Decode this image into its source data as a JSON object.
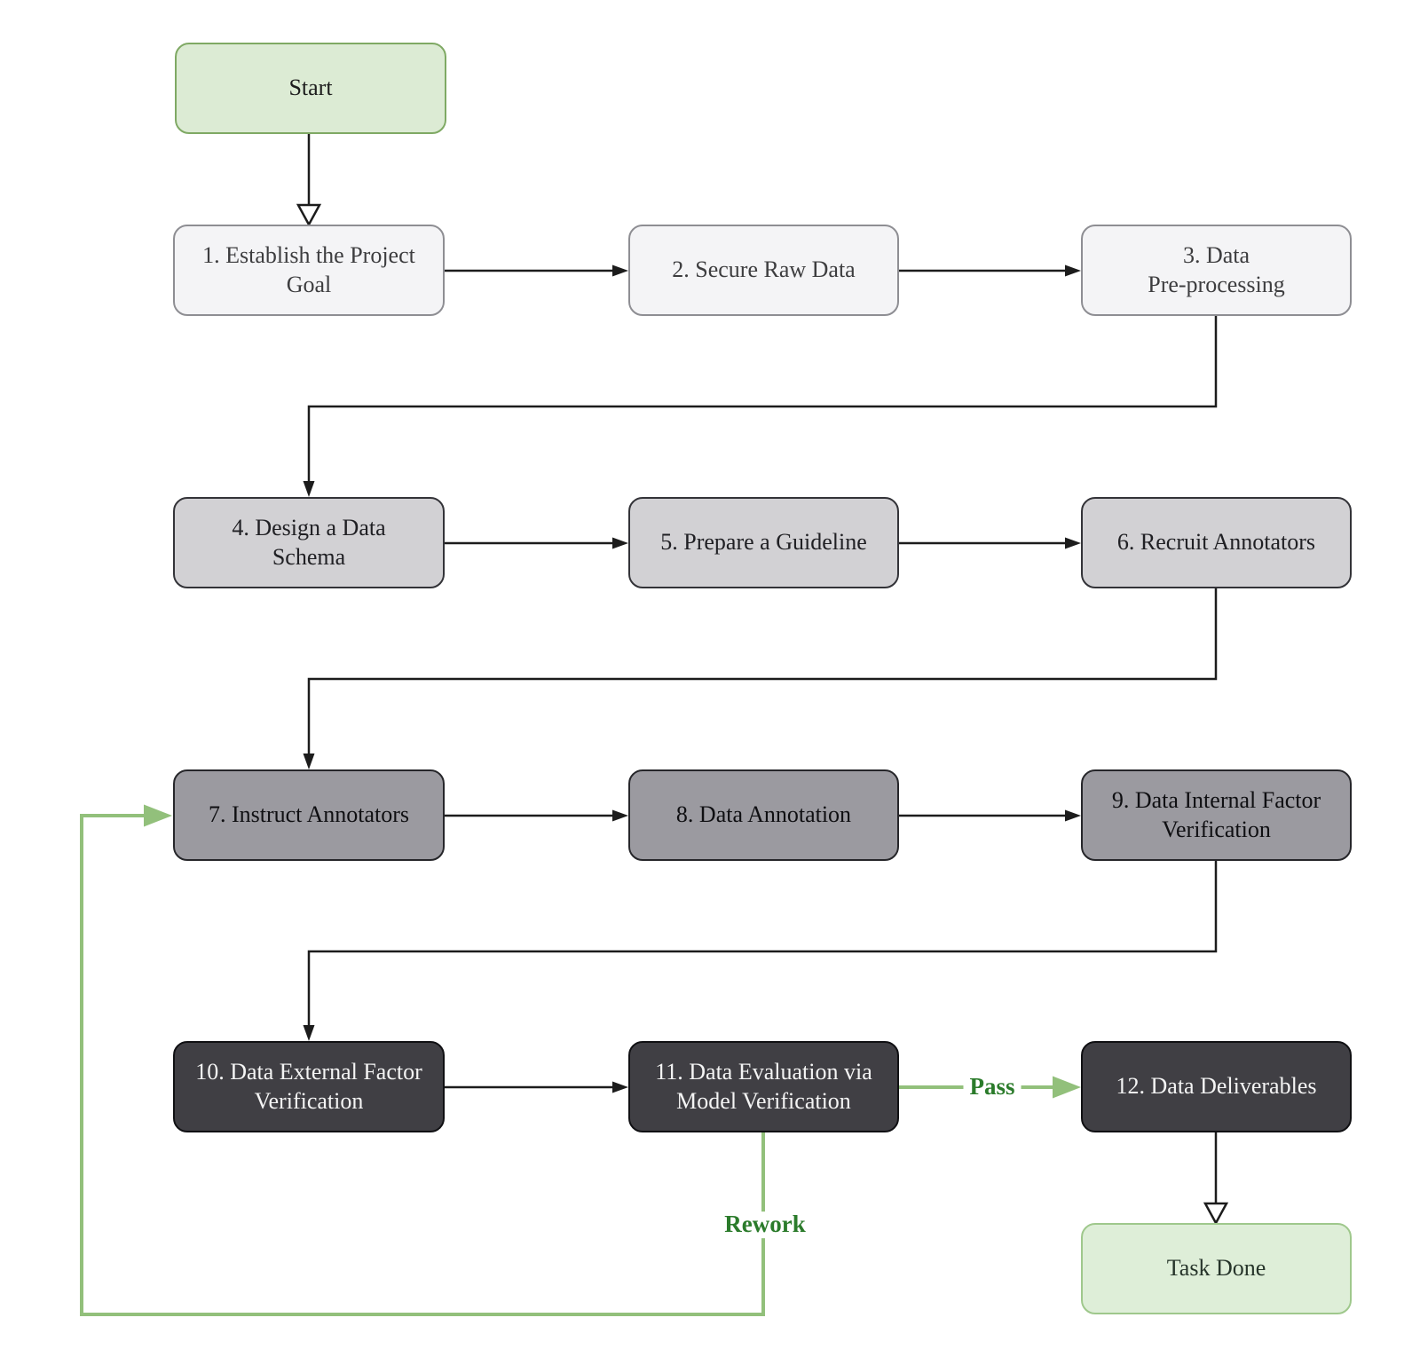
{
  "diagram": {
    "type": "flowchart",
    "background": "#ffffff",
    "nodes": [
      {
        "id": "start",
        "label": "Start"
      },
      {
        "id": "step-1",
        "label": "1. Establish the Project\nGoal"
      },
      {
        "id": "step-2",
        "label": "2. Secure Raw Data"
      },
      {
        "id": "step-3",
        "label": "3. Data\nPre-processing"
      },
      {
        "id": "step-4",
        "label": "4. Design a Data\nSchema"
      },
      {
        "id": "step-5",
        "label": "5. Prepare a Guideline"
      },
      {
        "id": "step-6",
        "label": "6. Recruit Annotators"
      },
      {
        "id": "step-7",
        "label": "7. Instruct Annotators"
      },
      {
        "id": "step-8",
        "label": "8. Data Annotation"
      },
      {
        "id": "step-9",
        "label": "9. Data Internal Factor\nVerification"
      },
      {
        "id": "step-10",
        "label": "10. Data External Factor\nVerification"
      },
      {
        "id": "step-11",
        "label": "11. Data Evaluation via\nModel Verification"
      },
      {
        "id": "step-12",
        "label": "12. Data Deliverables"
      },
      {
        "id": "task-done",
        "label": "Task Done"
      }
    ],
    "edge_labels": {
      "pass": "Pass",
      "rework": "Rework"
    },
    "colors": {
      "terminal_fill": "#dcebd4",
      "terminal_border": "#7fa964",
      "tier1_fill": "#f4f4f6",
      "tier2_fill": "#d2d1d4",
      "tier3_fill": "#9b9aa0",
      "tier4_fill": "#403f44",
      "edge_black": "#1c1c1c",
      "edge_green": "#92c07b",
      "edge_label_green": "#2b7b2b"
    }
  }
}
